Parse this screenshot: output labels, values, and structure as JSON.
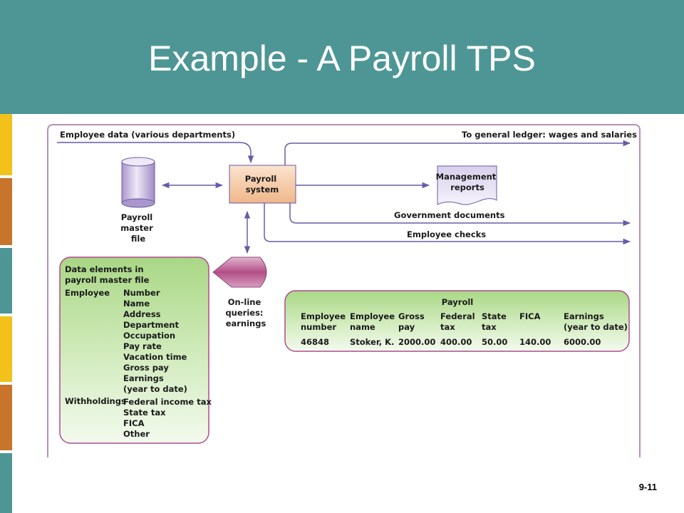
{
  "title": "Example - A Payroll TPS",
  "slide_number": "9-11",
  "colors": {
    "header": "#4e9696",
    "title_text": "#ffffff",
    "frame": "#b890b5",
    "arrow": "#6a5aa8",
    "payroll_system_fill": "#f4c9a6",
    "cylinder_fill": "#c7b6dc",
    "green_panel": "#c6e4a6",
    "sidebar": [
      "#f2c21a",
      "#c8742b",
      "#4e9696",
      "#f2c21a",
      "#c8742b",
      "#4e9696"
    ]
  },
  "flows": {
    "employee_data": "Employee data (various departments)",
    "general_ledger": "To general ledger: wages and salaries",
    "government_documents": "Government documents",
    "employee_checks": "Employee checks"
  },
  "nodes": {
    "payroll_system": [
      "Payroll",
      "system"
    ],
    "management_reports": [
      "Management",
      "reports"
    ],
    "payroll_master_file": [
      "Payroll",
      "master",
      "file"
    ],
    "online_queries": [
      "On-line",
      "queries:",
      "earnings"
    ]
  },
  "data_elements": {
    "heading": [
      "Data elements in",
      "payroll master file"
    ],
    "employee_label": "Employee",
    "employee_items": [
      "Number",
      "Name",
      "Address",
      "Department",
      "Occupation",
      "Pay rate",
      "Vacation time",
      "Gross pay",
      "Earnings",
      "(year to date)"
    ],
    "withholdings_label": "Withholdings",
    "withholdings_items": [
      "Federal income tax",
      "State tax",
      "FICA",
      "Other"
    ]
  },
  "payroll_table": {
    "title": "Payroll",
    "columns": [
      [
        "Employee",
        "number"
      ],
      [
        "Employee",
        "name"
      ],
      [
        "Gross",
        "pay"
      ],
      [
        "Federal",
        "tax"
      ],
      [
        "State",
        "tax"
      ],
      [
        "FICA"
      ],
      [
        "Earnings",
        "(year to date)"
      ]
    ],
    "row": [
      "46848",
      "Stoker, K.",
      "2000.00",
      "400.00",
      "50.00",
      "140.00",
      "6000.00"
    ]
  }
}
